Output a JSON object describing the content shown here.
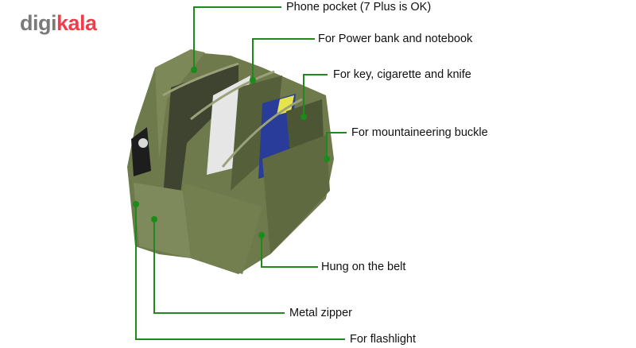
{
  "logo": {
    "part1": "digi",
    "part2": "kala"
  },
  "callouts": [
    {
      "label": "Phone pocket (7 Plus is OK)"
    },
    {
      "label": "For Power bank and notebook"
    },
    {
      "label": "For key, cigarette and knife"
    },
    {
      "label": "For mountaineering buckle"
    },
    {
      "label": "Hung on the belt"
    },
    {
      "label": "Metal zipper"
    },
    {
      "label": "For flashlight"
    }
  ],
  "colors": {
    "line": "#1e8a1e",
    "dot": "#1a8c1a",
    "bag": "#6f7a4c",
    "logo_grey": "#7a7a7a",
    "logo_red": "#ef3e4a"
  }
}
